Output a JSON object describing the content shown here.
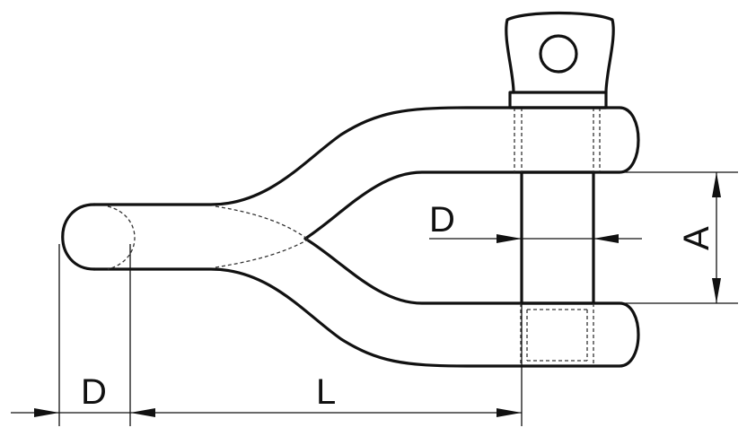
{
  "dimensions": {
    "pin_diameter": "D",
    "jaw_gap": "A",
    "eye_diameter": "D",
    "length": "L"
  },
  "colors": {
    "line": "#111111",
    "background": "#ffffff"
  }
}
